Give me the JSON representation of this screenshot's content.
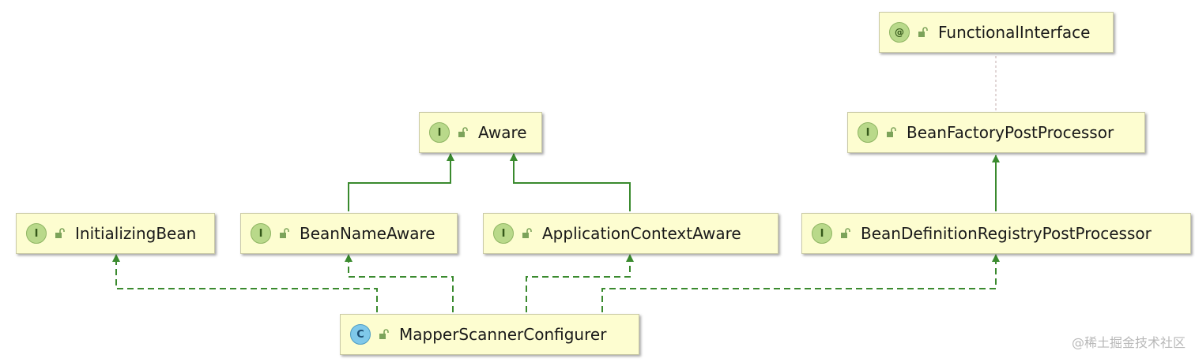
{
  "nodes": {
    "functional_interface": {
      "badge": "@",
      "label": "FunctionalInterface"
    },
    "aware": {
      "badge": "I",
      "label": "Aware"
    },
    "bean_factory_post_processor": {
      "badge": "I",
      "label": "BeanFactoryPostProcessor"
    },
    "initializing_bean": {
      "badge": "I",
      "label": "InitializingBean"
    },
    "bean_name_aware": {
      "badge": "I",
      "label": "BeanNameAware"
    },
    "application_context_aware": {
      "badge": "I",
      "label": "ApplicationContextAware"
    },
    "bean_definition_registry_post_processor": {
      "badge": "I",
      "label": "BeanDefinitionRegistryPostProcessor"
    },
    "mapper_scanner_configurer": {
      "badge": "C",
      "label": "MapperScannerConfigurer"
    }
  },
  "watermark": "@稀土掘金技术社区",
  "colors": {
    "edge": "#3a8a2e",
    "node_fill": "#fdfdd0",
    "interface_badge": "#b9d98a",
    "class_badge": "#7fc8ea"
  }
}
